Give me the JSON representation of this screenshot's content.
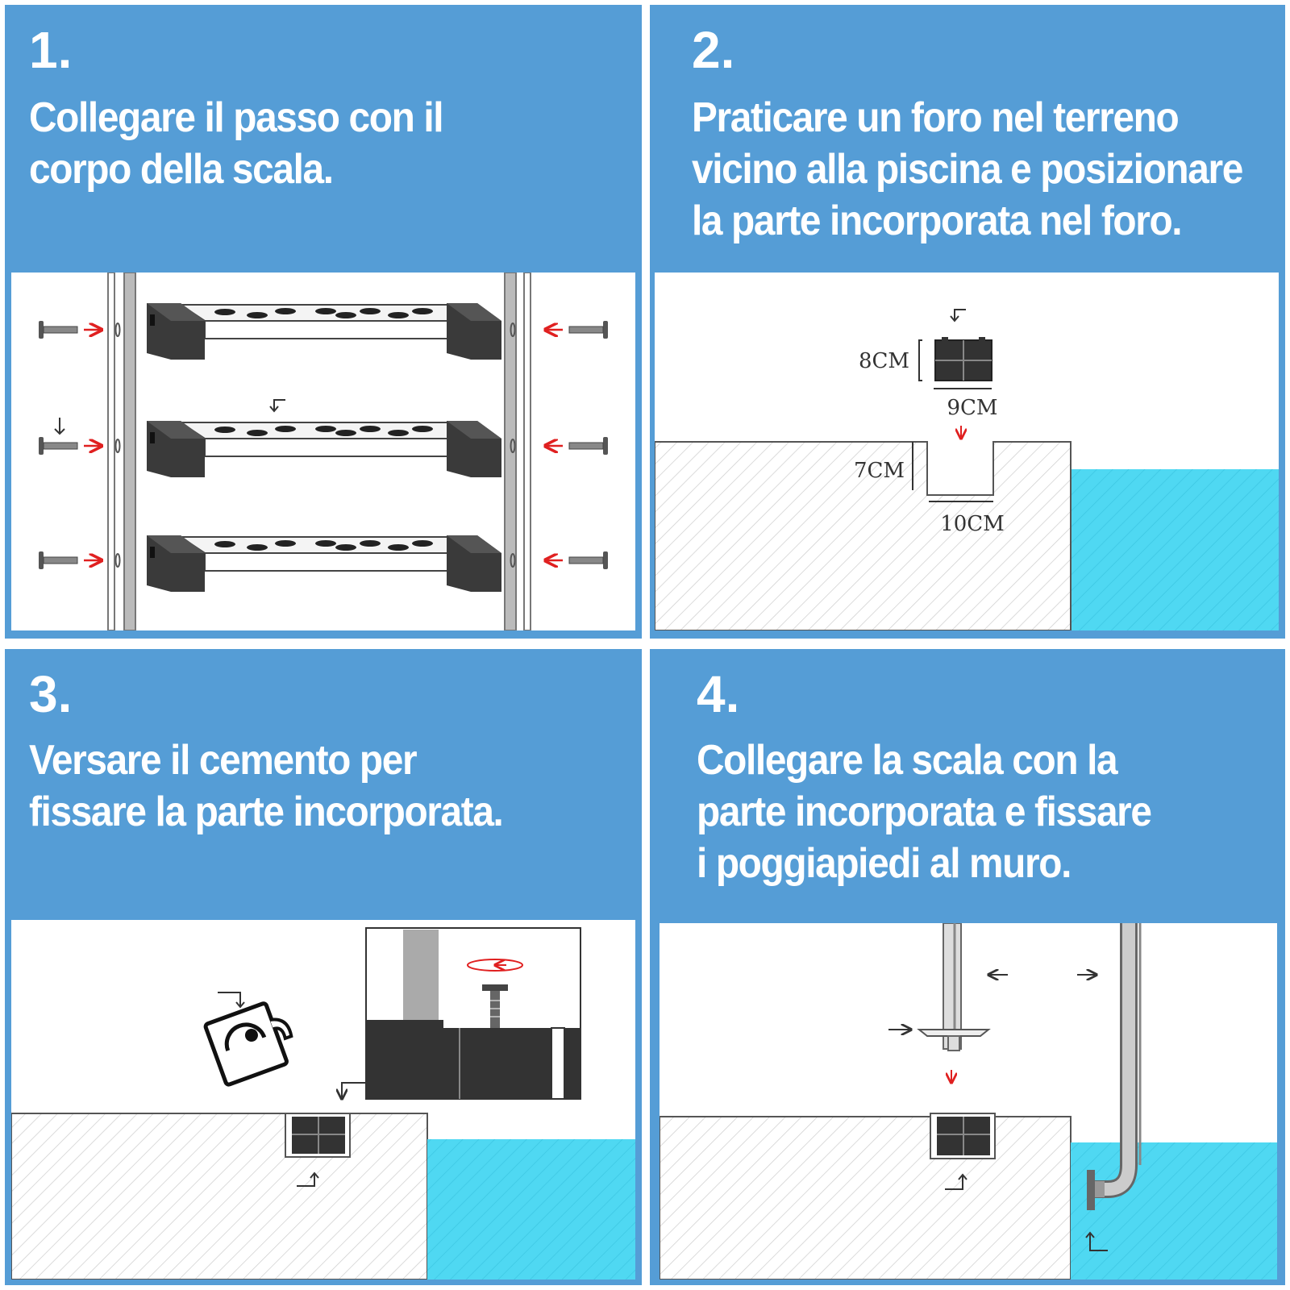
{
  "steps": [
    {
      "number": "1.",
      "lines": [
        "Collegare il passo con il",
        "corpo della scala."
      ]
    },
    {
      "number": "2.",
      "lines": [
        "Praticare un foro nel terreno",
        "vicino alla piscina e posizionare",
        "la parte incorporata nel foro."
      ],
      "dimensions": {
        "height": "8CM",
        "width": "9CM",
        "hole_depth": "7CM",
        "hole_width": "10CM"
      }
    },
    {
      "number": "3.",
      "lines": [
        "Versare il cemento per",
        "fissare la parte incorporata."
      ]
    },
    {
      "number": "4.",
      "lines": [
        "Collegare la scala con la",
        "parte incorporata e fissare",
        "i poggiapiedi al muro."
      ]
    }
  ],
  "colors": {
    "panel_blue": "#559dd6",
    "water": "#4fd8f2",
    "block": "#3a3a3a",
    "arrow_red": "#e02020"
  }
}
